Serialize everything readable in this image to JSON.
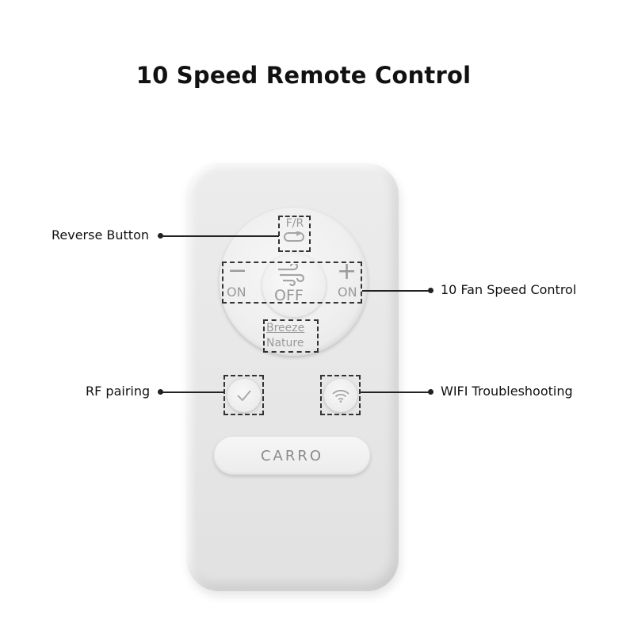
{
  "title": "10 Speed Remote Control",
  "remote": {
    "fr_label": "F/R",
    "minus_symbol": "−",
    "minus_on": "ON",
    "plus_symbol": "+",
    "plus_on": "ON",
    "off_label": "OFF",
    "breeze_label": "Breeze",
    "nature_label": "Nature",
    "brand": "CARRO",
    "icons": {
      "reverse": "reverse-arrows-icon",
      "fan": "wind-icon",
      "check": "check-icon",
      "wifi": "wifi-icon"
    }
  },
  "callouts": {
    "reverse": "Reverse Button",
    "fan_speed": "10 Fan Speed Control",
    "rf_pairing": "RF pairing",
    "wifi": "WIFI Troubleshooting"
  },
  "colors": {
    "remote_body": "#e8e8e8",
    "button_text": "#9a9a9a",
    "title": "#111111",
    "callout": "#222222"
  }
}
